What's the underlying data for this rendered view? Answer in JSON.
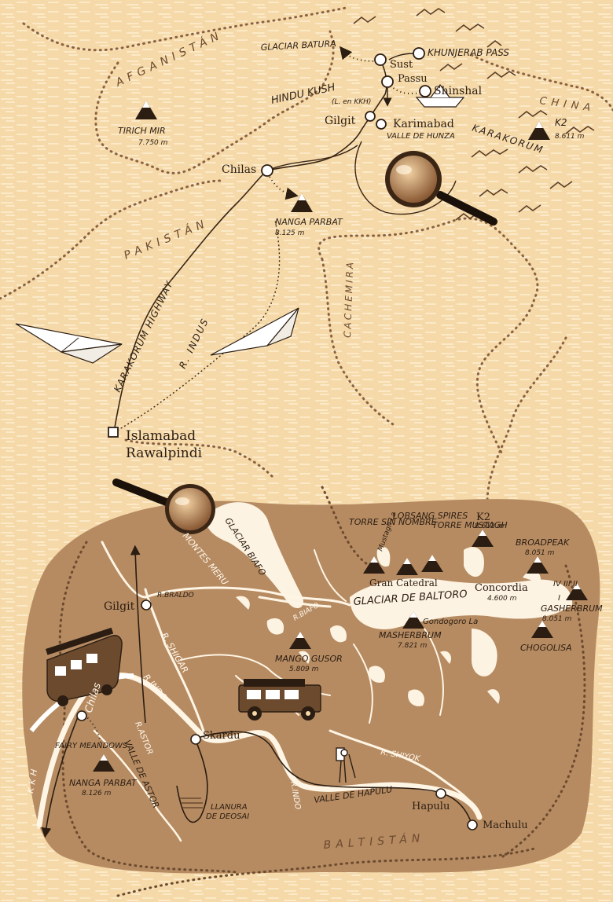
{
  "top_map": {
    "regions": {
      "afghanistan": "AFGANISTÁN",
      "pakistan": "PAKISTÁN",
      "china": "CHINA",
      "cachemira": "CACHEMIRA",
      "hindu_kush": "HINDU KUSH",
      "karakorum": "KARAKORUM"
    },
    "peaks": [
      {
        "name": "TIRICH MIR",
        "height": "7.750 m"
      },
      {
        "name": "NANGA PARBAT",
        "height": "8.125 m"
      },
      {
        "name": "K2",
        "height": "8.611 m"
      }
    ],
    "places": {
      "glaciar_batura": "GLACIAR BATURA",
      "khunjerab": "KHUNJERAB PASS",
      "sust": "Sust",
      "passu": "Passu",
      "shinshal": "Shinshal",
      "kkh_note": "(L. en KKH)",
      "gilgit": "Gilgit",
      "karimabad": "Karimabad",
      "valle_hunza": "VALLE DE HUNZA",
      "chilas": "Chilas",
      "islamabad": "Islamabad",
      "rawalpindi": "Rawalpindi"
    },
    "routes": {
      "karakorum_highway": "KARAKORUM HIGHWAY",
      "indus": "R. INDUS"
    }
  },
  "bottom_map": {
    "region": "BALTISTÁN",
    "peaks": [
      {
        "name": "TORRE SIN NOMBRE",
        "height": ""
      },
      {
        "name": "LOBSANG SPIRES",
        "height": ""
      },
      {
        "name": "TORRE MUSTAGH",
        "height": ""
      },
      {
        "name": "K2",
        "height": "8.612 m"
      },
      {
        "name": "BROADPEAK",
        "height": "8.051 m"
      },
      {
        "name": "GASHERBRUM",
        "height": "8.051 m"
      },
      {
        "name": "CHOGOLISA",
        "height": ""
      },
      {
        "name": "MASHERBRUM",
        "height": "7.821 m"
      },
      {
        "name": "MANGO GUSOR",
        "height": "5.809 m"
      },
      {
        "name": "NANGA PARBAT",
        "height": "8.126 m"
      }
    ],
    "places": {
      "glaciar_biafo": "GLACIAR BIAFO",
      "montes_meru": "MONTES MERU",
      "mustagh_la": "Mustagh La",
      "gran_catedral": "Gran Catedral",
      "glaciar_baltoro": "GLACIAR DE BALTORO",
      "concordia": "Concordia",
      "concordia_alt": "4.600 m",
      "gondogoro": "Gondogoro La",
      "gasherbrum_roman": "IV III II",
      "gasherbrum_roman_i": "I",
      "gilgit": "Gilgit",
      "r_braldo": "R.BRALDO",
      "r_shigar": "R. SHIGAR",
      "r_biafo": "R.BIAFO",
      "r_indo": "R.INDO",
      "r_indo2": "R.INDO",
      "r_astor": "R.ASTOR",
      "r_shiyok": "R. SHIYOK",
      "chilas": "Chilas",
      "skardu": "Skardu",
      "fairy_meadows": "FAIRY MEANDOWS",
      "valle_astor": "VALLE DE ASTOR",
      "llanura_deosai_1": "LLANURA",
      "llanura_deosai_2": "DE DEOSAI",
      "valle_hapulu": "VALLE DE HAPULU",
      "hapulu": "Hapulu",
      "machulu": "Machulu",
      "kkh": "KKH"
    }
  }
}
